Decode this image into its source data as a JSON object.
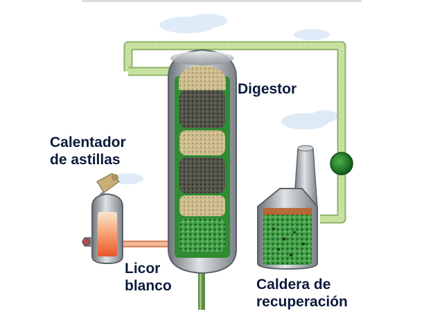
{
  "labels": {
    "chip_heater": [
      "Calentador",
      "de astillas"
    ],
    "digester": "Digestor",
    "white_liquor": [
      "Licor",
      "blanco"
    ],
    "recovery_boiler": [
      "Caldera de",
      "recuperación"
    ]
  },
  "colors": {
    "label_text": "#0b1a3c",
    "pipe_green": "#b5d58a",
    "column_green": "#2f8c33",
    "wood_chips": "#c9b88a",
    "dark_chips": "#4a4a42",
    "furnace_glow": "#f07a3c",
    "pump_green": "#1f7a2a",
    "steel": "#9aa0a6"
  }
}
